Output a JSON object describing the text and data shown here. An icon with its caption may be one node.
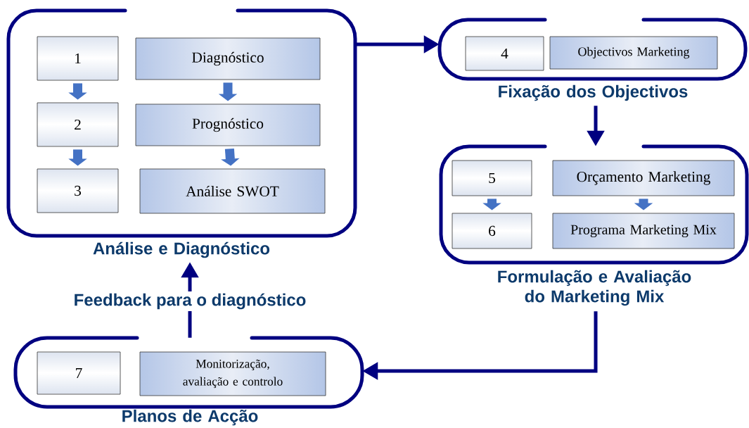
{
  "diagram": {
    "nodes": [
      {
        "text": [
          "Análise e Diagnóstico"
        ]
      },
      {
        "text": [
          "1"
        ],
        "in": 0
      },
      {
        "text": [
          "Diagnóstico"
        ],
        "in": 0
      },
      {
        "text": [
          "2"
        ],
        "in": 0
      },
      {
        "text": [
          "Prognóstico"
        ],
        "in": 0
      },
      {
        "text": [
          "3"
        ],
        "in": 0
      },
      {
        "text": [
          "Análise SWOT"
        ],
        "in": 0
      },
      {
        "text": [
          "Fixação dos Objectivos"
        ]
      },
      {
        "text": [
          "4"
        ],
        "in": 7
      },
      {
        "text": [
          "Objectivos Marketing"
        ],
        "in": 7
      },
      {
        "text": [
          "Formulação e Avaliação do Marketing Mix"
        ]
      },
      {
        "text": [
          "5"
        ],
        "in": 10
      },
      {
        "text": [
          "Orçamento Marketing"
        ],
        "in": 10
      },
      {
        "text": [
          "6"
        ],
        "in": 10
      },
      {
        "text": [
          "Programa Marketing Mix"
        ],
        "in": 10
      },
      {
        "text": [
          "Planos de Acção"
        ]
      },
      {
        "text": [
          "7"
        ],
        "in": 15
      },
      {
        "text": [
          "Monitorização, avaliação e controlo"
        ],
        "in": 15
      }
    ],
    "edges": [
      {
        "from": 1,
        "to": 3,
        "arrow": "to"
      },
      {
        "from": 3,
        "to": 5,
        "arrow": "to"
      },
      {
        "from": 2,
        "to": 4,
        "arrow": "to"
      },
      {
        "from": 4,
        "to": 6,
        "arrow": "to"
      },
      {
        "from": 11,
        "to": 13,
        "arrow": "to"
      },
      {
        "from": 12,
        "to": 14,
        "arrow": "to"
      },
      {
        "from": 0,
        "to": 7,
        "arrow": "to",
        "color": "#000080"
      },
      {
        "from": 7,
        "to": 10,
        "arrow": "to",
        "color": "#000080"
      },
      {
        "from": 10,
        "to": 15,
        "arrow": "to",
        "color": "#000080"
      },
      {
        "from": 15,
        "to": 0,
        "arrow": "to",
        "color": "#000080",
        "label": "Feedback para o diagnóstico"
      }
    ]
  }
}
